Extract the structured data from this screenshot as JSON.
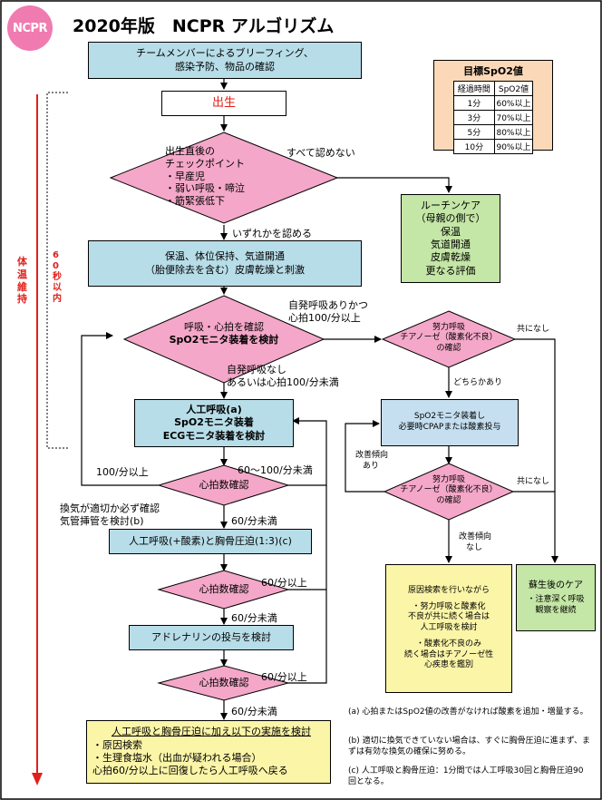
{
  "logo_text": "NCPR",
  "title": "2020年版　NCPR アルゴリズム",
  "colors": {
    "teal_box": "#b7dde8",
    "pink_diamond": "#f4a7c8",
    "green_box": "#c4e6a6",
    "yellow_box": "#fbf5a8",
    "table_bg": "#fbd9b8",
    "accent_red": "#e0201b"
  },
  "spo2_table": {
    "title": "目標SpO2値",
    "headers": [
      "経過時間",
      "SpO2値"
    ],
    "rows": [
      [
        "1分",
        "60%以上"
      ],
      [
        "3分",
        "70%以上"
      ],
      [
        "5分",
        "80%以上"
      ],
      [
        "10分",
        "90%以上"
      ]
    ]
  },
  "side": {
    "temp_label": "体温維持",
    "sixty_label": "60秒以内"
  },
  "nodes": {
    "briefing": [
      "チームメンバーによるブリーフィング、",
      "感染予防、物品の確認"
    ],
    "birth": "出生",
    "checkpoint": [
      "出生直後の",
      "チェックポイント",
      "・早産児",
      "・弱い呼吸・啼泣",
      "・筋緊張低下"
    ],
    "routine_care": [
      "ルーチンケア",
      "（母親の側で）",
      "保温",
      "気道開通",
      "皮膚乾燥",
      "更なる評価"
    ],
    "initial_steps": [
      "保温、体位保持、気道開通",
      "（胎便除去を含む）皮膚乾燥と刺激"
    ],
    "resp_hr_check": [
      "呼吸・心拍を確認",
      "SpO2モニタ装着を検討"
    ],
    "ppv": [
      "人工呼吸(a)",
      "SpO2モニタ装着",
      "ECGモニタ装着を検討"
    ],
    "hr_check1": "心拍数確認",
    "ventilation_check": [
      "換気が適切か必ず確認",
      "気管挿管を検討(b)"
    ],
    "ppv_cc": "人工呼吸(+酸素)と胸骨圧迫(1:3)(c)",
    "hr_check2": "心拍数確認",
    "adrenaline": "アドレナリンの投与を検討",
    "hr_check3": "心拍数確認",
    "final_box": {
      "line1": "人工呼吸と胸骨圧迫に加え以下の実施を検討",
      "line2": "・原因検索",
      "line3": "・生理食塩水（出血が疑われる場合）",
      "line4": "心拍60/分以上に回復したら人工呼吸へ戻る"
    },
    "effort_check1": [
      "努力呼吸",
      "チアノーゼ（酸素化不良）",
      "の確認"
    ],
    "spo2_cpap": [
      "SpO2モニタ装着し",
      "必要時CPAPまたは酸素投与"
    ],
    "effort_check2": [
      "努力呼吸",
      "チアノーゼ（酸素化不良）",
      "の確認"
    ],
    "cause_box": [
      "原因検索を行いながら",
      "・努力呼吸と酸素化",
      "不良が共に続く場合は",
      "人工呼吸を検討",
      "・酸素化不良のみ",
      "続く場合はチアノーゼ性",
      "心疾患を鑑別"
    ],
    "post_care": [
      "蘇生後のケア",
      "・注意深く呼吸",
      "観察を継続"
    ]
  },
  "edges": {
    "all_absent": "すべて認めない",
    "any_present": "いずれかを認める",
    "spont_ok": [
      "自発呼吸ありかつ",
      "心拍100/分以上"
    ],
    "no_spont": [
      "自発呼吸なし",
      "あるいは心拍100/分未満"
    ],
    "hr_100_plus": "100/分以上",
    "hr_60_100": "60〜100/分未満",
    "hr_lt60_1": "60/分未満",
    "hr_60plus_2": "60/分以上",
    "hr_lt60_2": "60/分未満",
    "hr_60plus_3": "60/分以上",
    "hr_lt60_3": "60/分未満",
    "both_absent1": "共になし",
    "either_present": "どちらかあり",
    "improving": [
      "改善傾向",
      "あり"
    ],
    "both_absent2": "共になし",
    "not_improving": [
      "改善傾向",
      "なし"
    ]
  },
  "notes": {
    "a": "(a) 心拍またはSpO2値の改善がなければ酸素を追加・増量する。",
    "b": "(b) 適切に換気できていない場合は、すぐに胸骨圧迫に進まず、まずは有効な換気の確保に努める。",
    "c": "(c) 人工呼吸と胸骨圧迫：1分間では人工呼吸30回と胸骨圧迫90回となる。"
  }
}
